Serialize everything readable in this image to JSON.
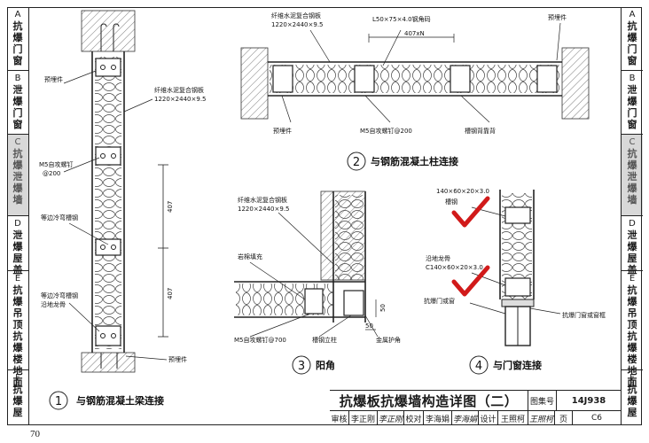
{
  "sidebar_left": [
    {
      "letter": "A",
      "name": "抗爆门窗"
    },
    {
      "letter": "B",
      "name": "泄爆门窗"
    },
    {
      "letter": "C",
      "name": "抗爆泄爆墙"
    },
    {
      "letter": "D",
      "name": "泄爆屋盖"
    },
    {
      "letter": "E",
      "name": "抗爆吊顶抗爆楼地面"
    },
    {
      "letter": "F",
      "name": "抗爆屋"
    }
  ],
  "sidebar_right": [
    {
      "letter": "A",
      "name": "抗爆门窗"
    },
    {
      "letter": "B",
      "name": "泄爆门窗"
    },
    {
      "letter": "C",
      "name": "抗爆泄爆墙"
    },
    {
      "letter": "D",
      "name": "泄爆屋盖"
    },
    {
      "letter": "E",
      "name": "抗爆吊顶抗爆楼地面"
    },
    {
      "letter": "F",
      "name": "抗爆屋"
    }
  ],
  "detail1": {
    "number": "1",
    "caption": "与钢筋混凝土梁连接",
    "labels": {
      "embedded": "预埋件",
      "board": "纤维水泥复合钢板",
      "board_size": "1220×2440×9.5",
      "screw": "M5自攻螺钉",
      "screw_spacing": "@200",
      "channel": "等边冷弯槽钢",
      "channel2": "等边冷弯槽钢",
      "keel": "沿地龙骨",
      "embedded_bottom": "预埋件",
      "dim_top": "407",
      "dim_bottom": "407"
    }
  },
  "detail2": {
    "number": "2",
    "caption": "与钢筋混凝土柱连接",
    "labels": {
      "board": "纤维水泥复合钢板",
      "board_size": "1220×2440×9.5",
      "angle": "L50×75×4.0钢角码",
      "spacing": "407xN",
      "embedded_right": "预埋件",
      "embedded_left": "预埋件",
      "screw": "M5自攻螺钉@200",
      "tube": "槽钢背靠背"
    }
  },
  "detail3": {
    "number": "3",
    "caption": "阳角",
    "labels": {
      "board": "纤维水泥复合钢板",
      "board_size": "1220×2440×9.5",
      "insulation": "岩棉填充",
      "screw": "M5自攻螺钉@700",
      "channel": "槽钢立柱",
      "corner": "金属护角",
      "dim_a": "50",
      "dim_b": "50"
    }
  },
  "detail4": {
    "number": "4",
    "caption": "与门窗连接",
    "labels": {
      "spec_top": "140×60×20×3.0",
      "top_name": "槽钢",
      "keel_name": "沿地龙骨",
      "spec_bottom": "C140×60×20×3.0",
      "frame": "抗爆门或窗",
      "frame_right": "抗爆门窗或窗框"
    },
    "check_color": "#d11a1a"
  },
  "title_block": {
    "title": "抗爆板抗爆墙构造详图（二）",
    "atlas_label": "图集号",
    "atlas_no": "14J938",
    "review_label": "审核",
    "reviewer": "李正刚",
    "reviewer_sig": "李正刚",
    "check_label": "校对",
    "checker": "李海娟",
    "checker_sig": "李海娟",
    "design_label": "设计",
    "designer": "王照柯",
    "designer_sig": "王照柯",
    "page_label": "页",
    "page_no": "C6"
  },
  "page_number": "70"
}
